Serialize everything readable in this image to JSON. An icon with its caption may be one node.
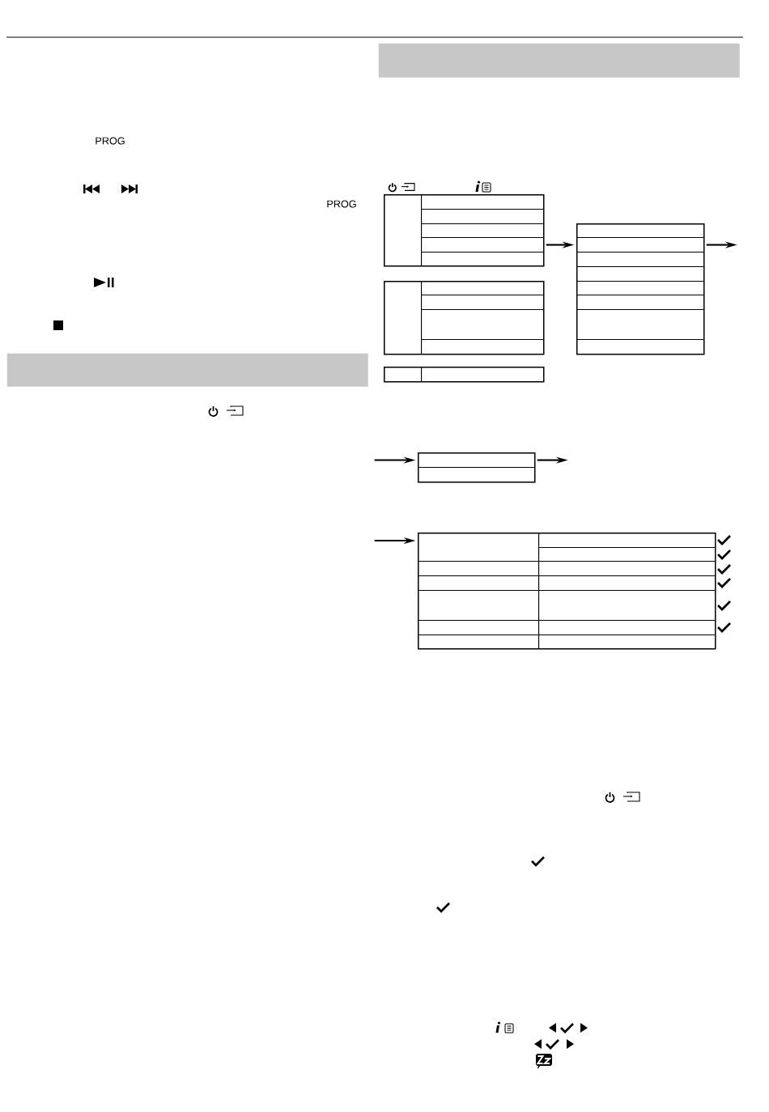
{
  "diagram": {
    "nodes": [
      {
        "text": [],
        "shape": "box"
      },
      {
        "text": [],
        "shape": "box",
        "in": 0
      },
      {
        "text": [],
        "shape": "box",
        "in": 0
      },
      {
        "text": [],
        "shape": "box",
        "in": 0
      },
      {
        "text": [],
        "shape": "box",
        "in": 0
      },
      {
        "text": [],
        "shape": "box",
        "in": 0
      },
      {
        "text": [],
        "shape": "box",
        "in": 0
      },
      {
        "text": [],
        "shape": "box"
      },
      {
        "text": [],
        "shape": "box",
        "in": 7
      },
      {
        "text": [],
        "shape": "box",
        "in": 7
      },
      {
        "text": [],
        "shape": "box",
        "in": 7
      },
      {
        "text": [],
        "shape": "box",
        "in": 7
      },
      {
        "text": [],
        "shape": "box",
        "in": 7
      },
      {
        "text": [],
        "shape": "box"
      },
      {
        "text": [],
        "shape": "box",
        "in": 13
      },
      {
        "text": [],
        "shape": "box",
        "in": 13
      },
      {
        "text": [],
        "shape": "box"
      },
      {
        "text": [],
        "shape": "box",
        "in": 16
      },
      {
        "text": [],
        "shape": "box",
        "in": 16
      },
      {
        "text": [],
        "shape": "box",
        "in": 16
      },
      {
        "text": [],
        "shape": "box",
        "in": 16
      },
      {
        "text": [],
        "shape": "box",
        "in": 16
      },
      {
        "text": [],
        "shape": "box",
        "in": 16
      },
      {
        "text": [],
        "shape": "box",
        "in": 16
      },
      {
        "text": [],
        "shape": "box",
        "in": 16
      },
      {
        "text": [],
        "shape": "box"
      },
      {
        "text": [],
        "shape": "box",
        "in": 25
      },
      {
        "text": [],
        "shape": "box",
        "in": 25
      },
      {
        "text": [],
        "shape": "box"
      },
      {
        "text": [],
        "shape": "box",
        "in": 28
      },
      {
        "text": [],
        "shape": "box",
        "in": 28
      },
      {
        "text": [],
        "shape": "box",
        "in": 28
      },
      {
        "text": [],
        "shape": "box",
        "in": 28
      },
      {
        "text": [],
        "shape": "box",
        "in": 28
      },
      {
        "text": [],
        "shape": "box",
        "in": 28
      },
      {
        "text": [],
        "shape": "box",
        "in": 28
      },
      {
        "text": [],
        "shape": "box",
        "in": 28
      },
      {
        "text": [],
        "shape": "box",
        "in": 28
      },
      {
        "text": [],
        "shape": "box",
        "in": 28
      },
      {
        "text": [],
        "shape": "box",
        "in": 28
      },
      {
        "text": [],
        "shape": "box",
        "in": 28
      },
      {
        "text": [],
        "shape": "box",
        "in": 28
      },
      {
        "text": [],
        "shape": "bar"
      },
      {
        "text": [],
        "shape": "bar"
      }
    ],
    "edges": [
      {
        "from": 5,
        "to": 18,
        "arrow": "to"
      },
      {
        "from": 18,
        "to": null,
        "arrow": "to"
      },
      {
        "from": null,
        "to": 26,
        "arrow": "to"
      },
      {
        "from": 26,
        "to": null,
        "arrow": "to"
      },
      {
        "from": null,
        "to": 29,
        "arrow": "to"
      }
    ],
    "labels": [
      "PROG",
      "PROG"
    ]
  }
}
